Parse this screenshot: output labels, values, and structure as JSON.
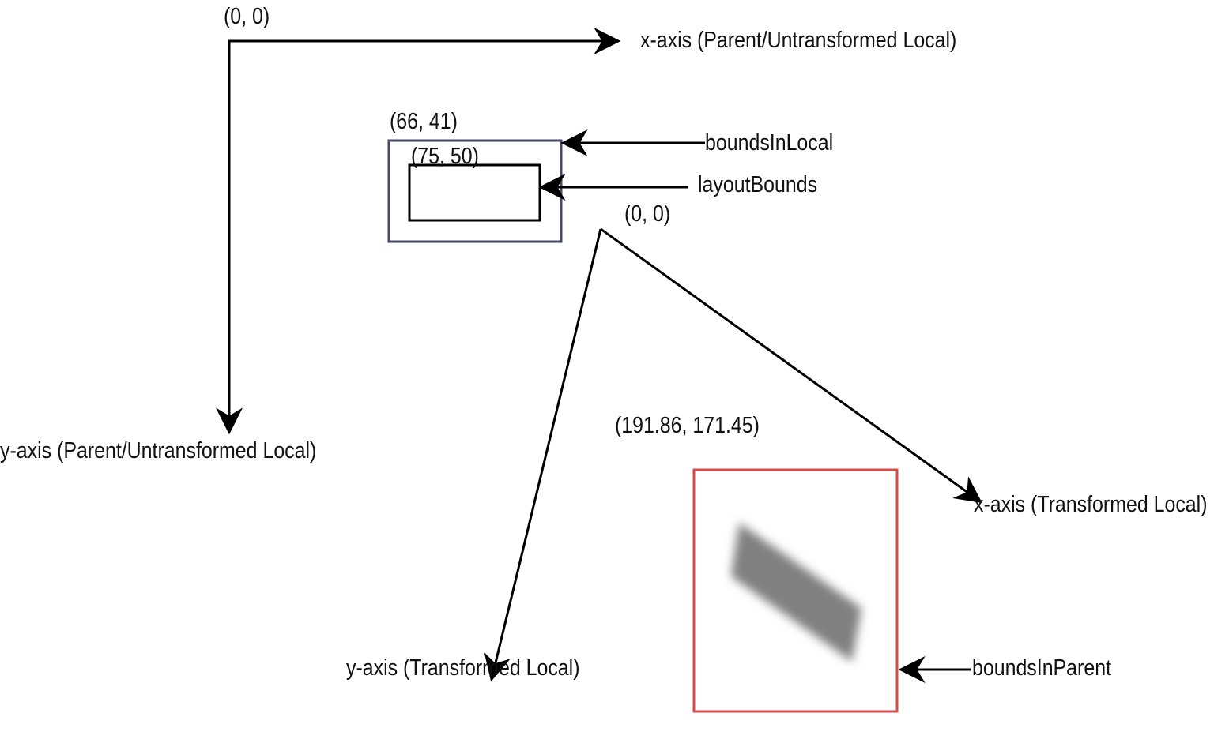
{
  "parent_axes": {
    "origin_label": "(0, 0)",
    "x_label": "x-axis (Parent/Untransformed Local)",
    "y_label": "y-axis (Parent/Untransformed Local)"
  },
  "bounds_in_local": {
    "label": "boundsInLocal",
    "corner_label": "(66, 41)",
    "color": "#474a66"
  },
  "layout_bounds": {
    "label": "layoutBounds",
    "corner_label": "(75, 50)",
    "color": "#000000"
  },
  "transformed_axes": {
    "origin_label": "(0, 0)",
    "x_label": "x-axis (Transformed Local)",
    "y_label": "y-axis (Transformed Local)"
  },
  "bounds_in_parent": {
    "label": "boundsInParent",
    "corner_label": "(191.86, 171.45)",
    "color": "#d94a4a",
    "shape_color": "#808080"
  }
}
